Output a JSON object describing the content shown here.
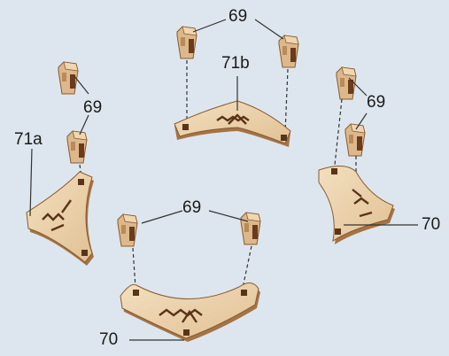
{
  "callouts": {
    "label_69_top": "69",
    "label_71b": "71b",
    "label_69_left": "69",
    "label_71a": "71a",
    "label_69_right": "69",
    "label_70_right": "70",
    "label_69_bottom": "69",
    "label_70_bottom": "70"
  },
  "colors": {
    "background": "#dde6ee",
    "wood_light": "#ecd3ae",
    "wood_mid": "#d8b286",
    "wood_edge": "#a47446",
    "wood_dark": "#5a3418",
    "leader_line": "#333333"
  }
}
